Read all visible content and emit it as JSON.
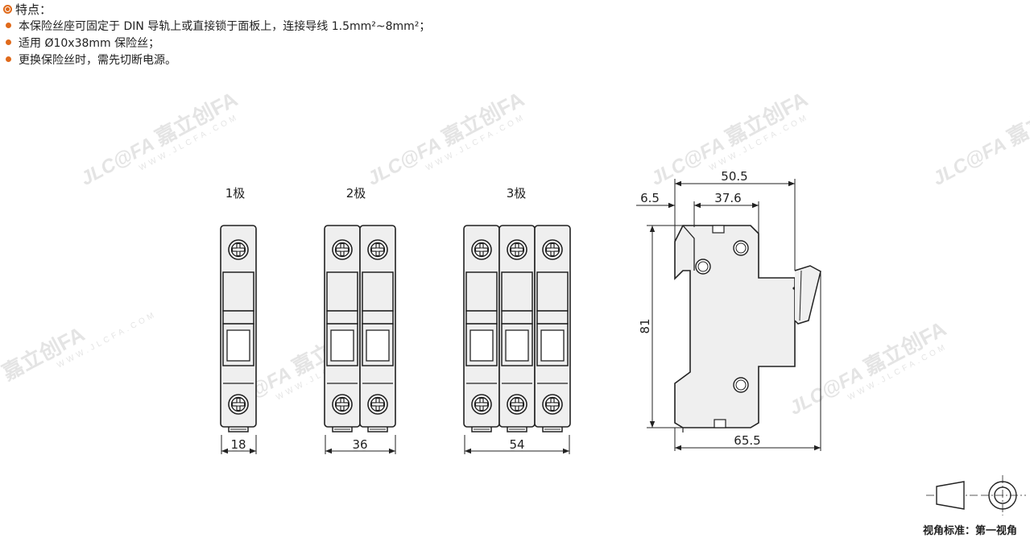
{
  "features": {
    "heading": "特点：",
    "items": [
      "本保险丝座可固定于 DIN 导轨上或直接锁于面板上，连接导线 1.5mm²~8mm²；",
      "适用 Ø10x38mm 保险丝；",
      "更换保险丝时，需先切断电源。"
    ]
  },
  "watermark": {
    "mark": "JLC@FA",
    "brand": "嘉立创FA",
    "url": "WWW.JLCFA.COM"
  },
  "front_views": [
    {
      "label": "1极",
      "poles": 1,
      "width_dim": "18"
    },
    {
      "label": "2极",
      "poles": 2,
      "width_dim": "36"
    },
    {
      "label": "3极",
      "poles": 3,
      "width_dim": "54"
    }
  ],
  "side_view": {
    "dim_total_top": "50.5",
    "dim_left_offset": "6.5",
    "dim_mid": "37.6",
    "dim_height": "81",
    "dim_total_bottom": "65.5"
  },
  "projection": {
    "label": "视角标准：第一视角"
  },
  "colors": {
    "accent": "#e06a1b",
    "line": "#222222",
    "body_fill": "#efefef"
  }
}
